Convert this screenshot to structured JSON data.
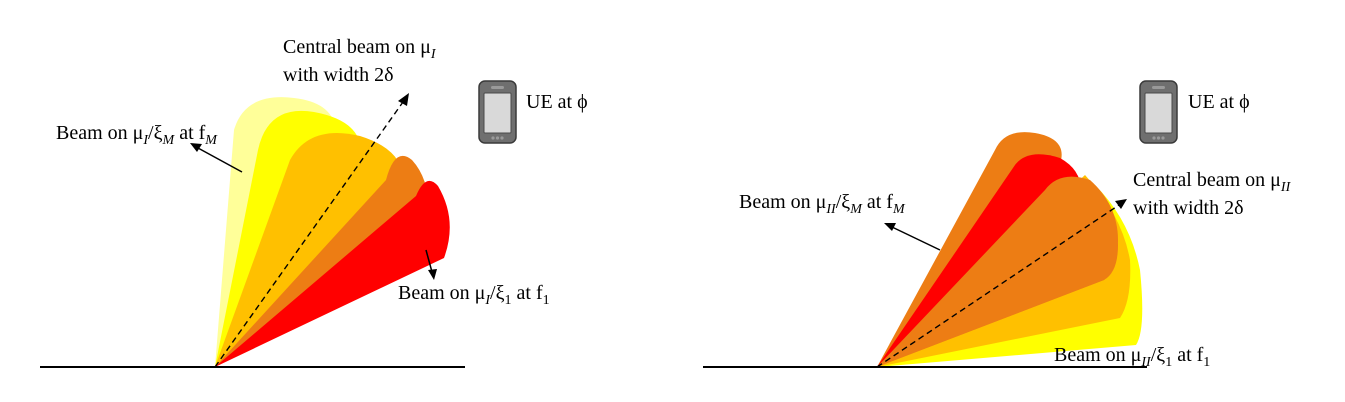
{
  "left_panel": {
    "central_beam_line1": "Central beam on μ",
    "central_beam_sub": "I",
    "central_beam_line2": "with width 2δ",
    "ue_label": "UE at ϕ",
    "beam_m_prefix": "Beam on μ",
    "beam_m_sub": "I",
    "beam_m_mid": "/ξ",
    "beam_m_sub2": "M",
    "beam_m_at": " at f",
    "beam_m_sub3": "M",
    "beam_1_prefix": "Beam on μ",
    "beam_1_sub": "I",
    "beam_1_mid": "/ξ",
    "beam_1_sub2": "1",
    "beam_1_at": " at f",
    "beam_1_sub3": "1"
  },
  "right_panel": {
    "central_beam_line1": "Central beam on μ",
    "central_beam_sub": "II",
    "central_beam_line2": "with width 2δ",
    "ue_label": "UE at ϕ",
    "beam_m_prefix": "Beam on μ",
    "beam_m_sub": "II",
    "beam_m_mid": "/ξ",
    "beam_m_sub2": "M",
    "beam_m_at": " at f",
    "beam_m_sub3": "M",
    "beam_1_prefix": "Beam on μ",
    "beam_1_sub": "II",
    "beam_1_mid": "/ξ",
    "beam_1_sub2": "1",
    "beam_1_at": " at f",
    "beam_1_sub3": "1"
  },
  "colors": {
    "pale_yellow": "#FFFF99",
    "yellow": "#FFFF00",
    "amber": "#FFC000",
    "orange": "#ED7D14",
    "red": "#FF0000"
  },
  "icons": [
    "smartphone-icon",
    "smartphone-icon"
  ]
}
